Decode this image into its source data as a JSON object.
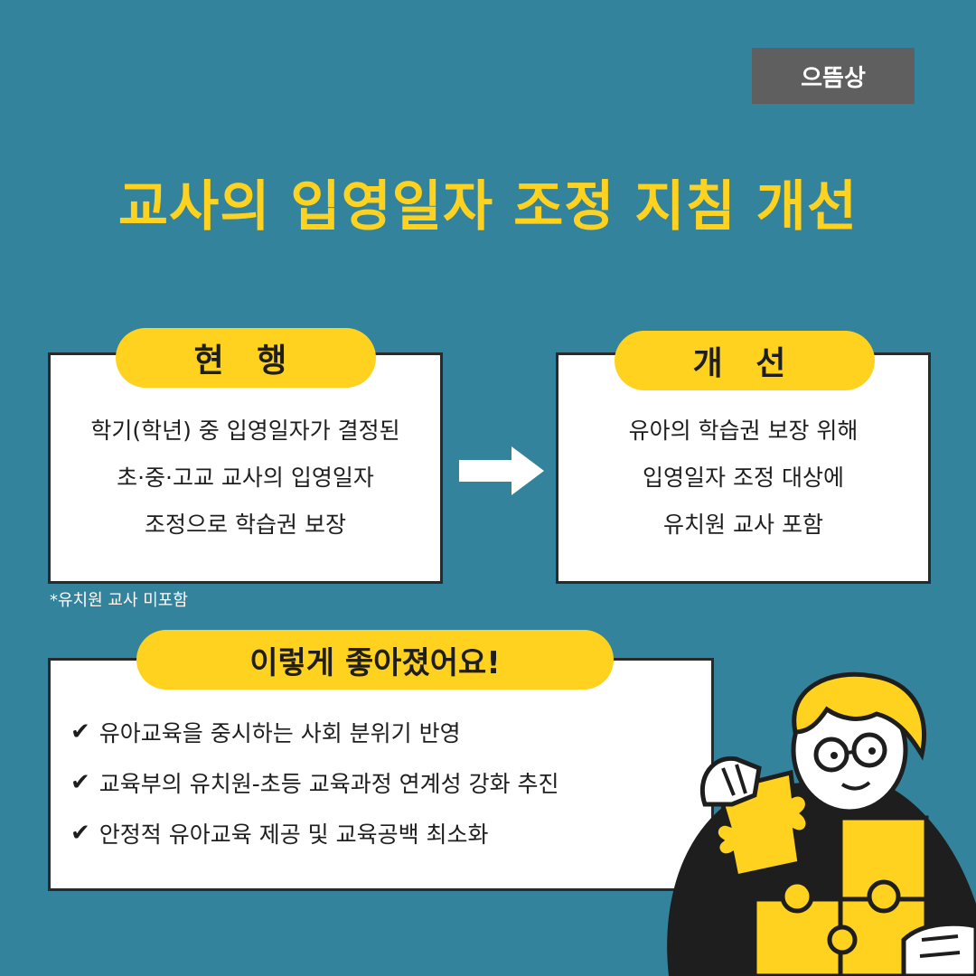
{
  "badge": "으뜸상",
  "title": "교사의 입영일자 조정 지침 개선",
  "current": {
    "label": "현 행",
    "lines": [
      "학기(학년) 중 입영일자가 결정된",
      "초·중·고교 교사의 입영일자",
      "조정으로 학습권 보장"
    ],
    "footnote": "*유치원 교사 미포함"
  },
  "improved": {
    "label": "개 선",
    "lines": [
      "유아의 학습권 보장 위해",
      "입영일자 조정 대상에",
      "유치원 교사 포함"
    ]
  },
  "benefits": {
    "label": "이렇게 좋아졌어요!",
    "check_icon": "✔",
    "items": [
      "유아교육을 중시하는 사회 분위기 반영",
      "교육부의 유치원-초등 교육과정 연계성 강화 추진",
      "안정적 유아교육 제공 및 교육공백 최소화"
    ]
  },
  "colors": {
    "background": "#33839d",
    "accent_yellow": "#ffd21f",
    "badge_gray": "#5f5f5f"
  },
  "icons": {
    "arrow": "right-arrow-icon",
    "illustration": "person-puzzle-illustration"
  }
}
